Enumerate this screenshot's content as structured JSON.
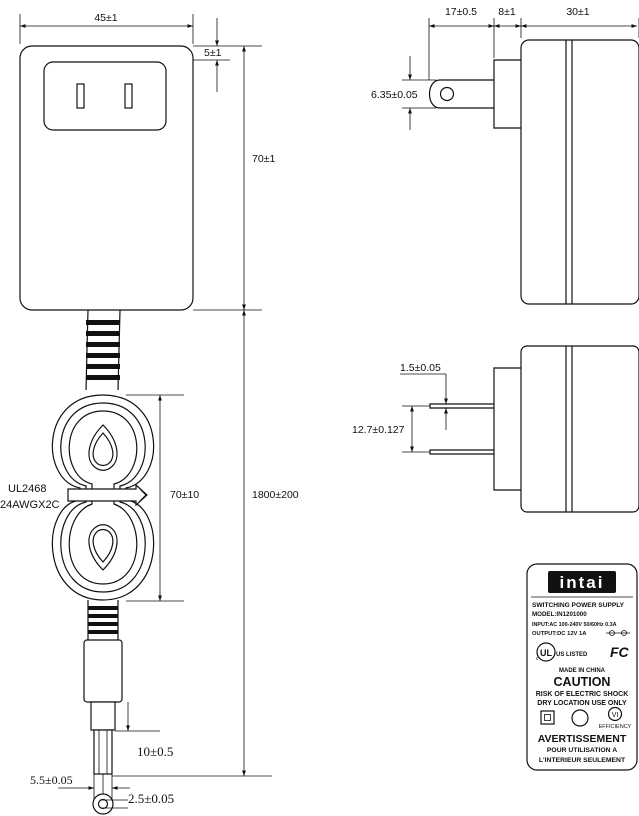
{
  "front_view": {
    "width_dim": "45±1",
    "height_dim": "70±1",
    "top_offset_dim": "5±1",
    "cable_length_dim": "1800±200",
    "coil_length_dim": "70±10",
    "cable_spec_line1": "UL2468",
    "cable_spec_line2": "24AWGX2C",
    "plug_length_dim": "10±0.5",
    "plug_outer_dim": "5.5±0.05",
    "plug_inner_dim": "2.5±0.05"
  },
  "side_view": {
    "prong_length_dim": "17±0.5",
    "base_dim": "8±1",
    "body_depth_dim": "30±1",
    "prong_width_dim": "6.35±0.05"
  },
  "bottom_side_view": {
    "prong_thickness_dim": "1.5±0.05",
    "prong_spacing_dim": "12.7±0.127"
  },
  "label": {
    "brand": "intai",
    "product": "SWITCHING POWER SUPPLY",
    "model": "MODEL:IN1201000",
    "input": "INPUT:AC 100-240V 50/60Hz 0.3A",
    "output": "OUTPUT:DC 12V 1A",
    "ul_mark": "US LISTED",
    "fcc_mark": "FC",
    "made_in": "MADE IN CHINA",
    "caution_title": "CAUTION",
    "caution_line1": "RISK OF ELECTRIC SHOCK",
    "caution_line2": "DRY LOCATION USE ONLY",
    "efficiency_mark": "VI",
    "efficiency_text": "EFFICIENCY",
    "warning_title": "AVERTISSEMENT",
    "warning_line1": "POUR UTILISATION A",
    "warning_line2": "L'INTERIEUR SEULEMENT"
  }
}
